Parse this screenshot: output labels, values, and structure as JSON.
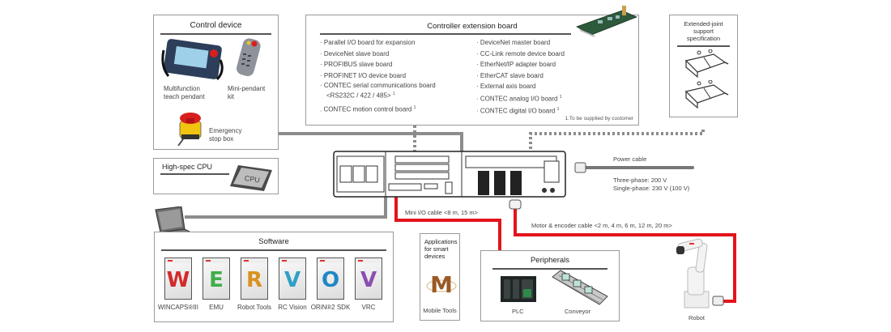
{
  "control_device": {
    "title": "Control device",
    "items": [
      {
        "label_line1": "Multifunction",
        "label_line2": "teach pendant",
        "icon": "teach-pendant-icon"
      },
      {
        "label_line1": "Mini-pendant",
        "label_line2": "kit",
        "icon": "mini-pendant-icon"
      },
      {
        "label_line1": "Emergency",
        "label_line2": "stop box",
        "icon": "emergency-stop-icon"
      }
    ]
  },
  "cpu": {
    "title": "High-spec CPU",
    "chip_label": "CPU"
  },
  "extension_board": {
    "title": "Controller extension board",
    "left_items": [
      "· Parallel I/O board for expansion",
      "· DeviceNet slave board",
      "· PROFIBUS slave board",
      "· PROFINET I/O device board",
      "· CONTEC serial communications board",
      "  <RS232C / 422 / 485>",
      ". CONTEC motion control board"
    ],
    "left_footnote_marks": [
      false,
      false,
      false,
      false,
      false,
      true,
      true
    ],
    "right_items": [
      "· DeviceNet master board",
      "· CC-Link remote device board",
      "· EtherNet/IP adapter board",
      "· EtherCAT slave board",
      "· External axis board",
      "· CONTEC analog I/O board",
      "· CONTEC digital I/O board"
    ],
    "right_footnote_marks": [
      false,
      false,
      false,
      false,
      false,
      true,
      true
    ],
    "footnote_mark": "1",
    "footnote": "1.To be supplied by customer"
  },
  "extended_joint": {
    "title_lines": [
      "Extended-joint",
      "support",
      "specification"
    ]
  },
  "power": {
    "label": "Power cable",
    "spec_line1": "Three-phase: 200 V",
    "spec_line2": "Single-phase: 230 V (100 V)"
  },
  "cables": {
    "mini_io": "Mini I/O cable <8 m, 15 m>",
    "motor_encoder": "Motor & encoder cable <2 m, 4 m, 6 m, 12 m, 20 m>",
    "colors": {
      "gray": "#8c8c8c",
      "red": "#e3141b",
      "dotted": "#8c8c8c"
    }
  },
  "software": {
    "title": "Software",
    "items": [
      {
        "label": "WINCAPS®III",
        "letter": "W",
        "color": "#d42a2a"
      },
      {
        "label": "EMU",
        "letter": "E",
        "color": "#3fae49"
      },
      {
        "label": "Robot Tools",
        "letter": "R",
        "color": "#d9921f"
      },
      {
        "label": "RC Vision",
        "letter": "V",
        "color": "#2fa0c8"
      },
      {
        "label": "ORiN®2 SDK",
        "letter": "O",
        "color": "#1f87c4"
      },
      {
        "label": "VRC",
        "letter": "V",
        "color": "#8a4fb0"
      }
    ]
  },
  "mobile": {
    "title_lines": [
      "Applications",
      "for smart",
      "devices"
    ],
    "letter": "M",
    "label": "Mobile Tools"
  },
  "peripherals": {
    "title": "Peripherals",
    "items": [
      {
        "label": "PLC",
        "icon": "plc-icon"
      },
      {
        "label": "Conveyor",
        "icon": "conveyor-icon"
      }
    ]
  },
  "robot": {
    "label": "Robot"
  }
}
